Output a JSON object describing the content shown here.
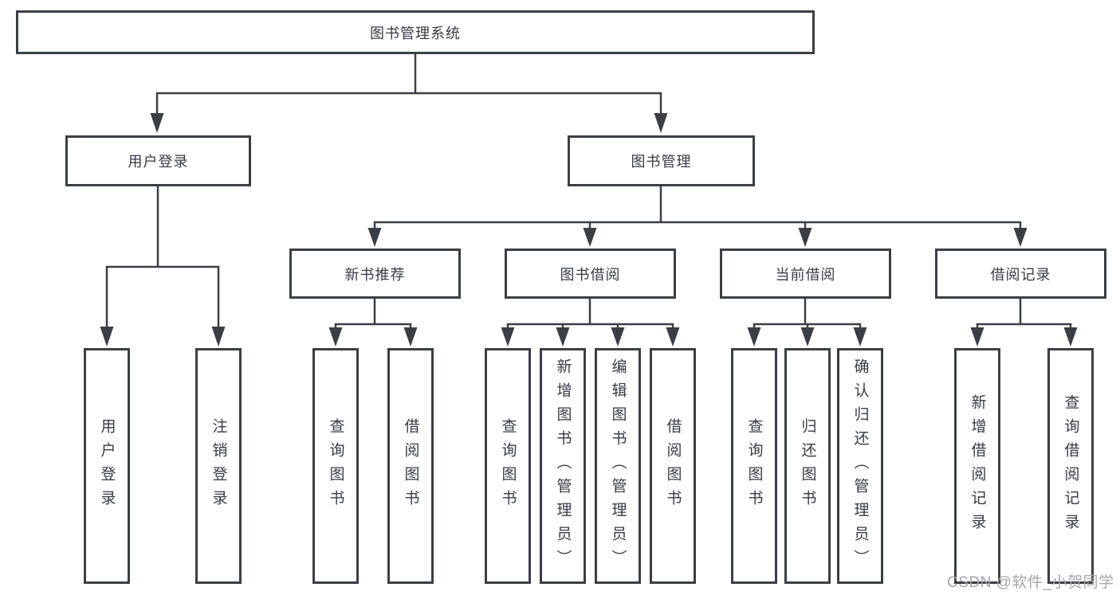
{
  "diagram": {
    "root": {
      "label": "图书管理系统"
    },
    "branches": [
      {
        "label": "用户登录",
        "children": [
          "用户登录",
          "注销登录"
        ]
      },
      {
        "label": "图书管理",
        "sections": [
          {
            "label": "新书推荐",
            "children": [
              "查询图书",
              "借阅图书"
            ]
          },
          {
            "label": "图书借阅",
            "children": [
              "查询图书",
              "新增图书（管理员）",
              "编辑图书（管理员）",
              "借阅图书"
            ]
          },
          {
            "label": "当前借阅",
            "children": [
              "查询图书",
              "归还图书",
              "确认归还（管理员）"
            ]
          },
          {
            "label": "借阅记录",
            "children": [
              "新增借阅记录",
              "查询借阅记录"
            ]
          }
        ]
      }
    ],
    "watermark": "CSDN @软件_小贺同学",
    "colors": {
      "line": "#3b3f45",
      "box_border": "#3b3f45",
      "text": "#363b44",
      "watermark": "#a8a5a5",
      "background": "#ffffff"
    }
  }
}
